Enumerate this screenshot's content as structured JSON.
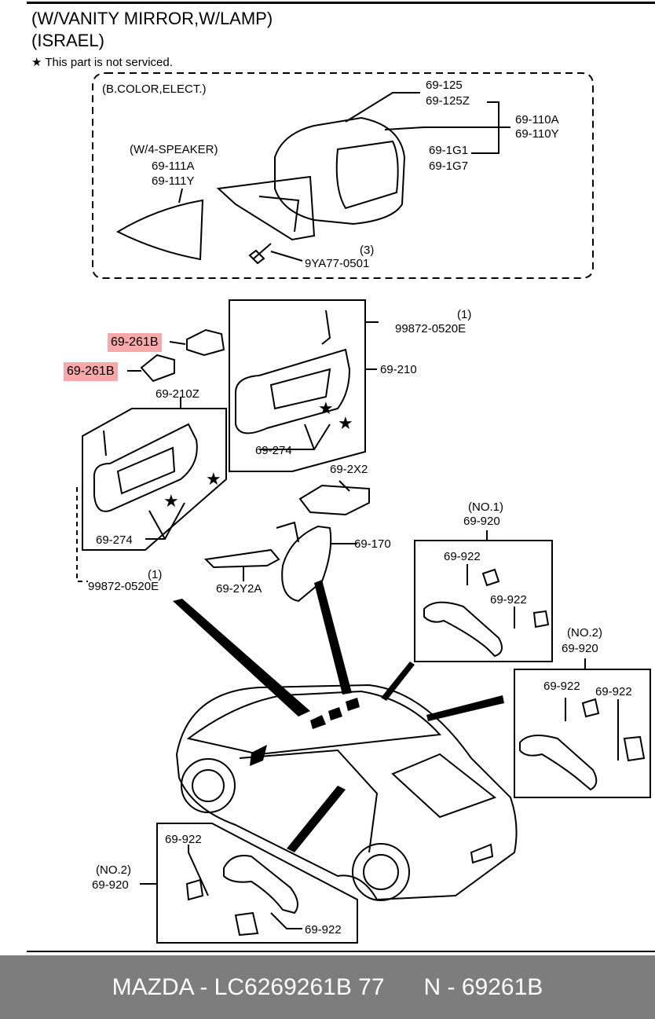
{
  "header": {
    "line1": "(W/VANITY MIRROR,W/LAMP)",
    "line2": "(ISRAEL)",
    "note": "★ This part is not serviced."
  },
  "mirror_group": {
    "title": "(B.COLOR,ELECT.)",
    "speaker_note": "(W/4-SPEAKER)",
    "labels": [
      "69-125",
      "69-125Z",
      "69-110A",
      "69-110Y",
      "69-1G1",
      "69-1G7",
      "69-111A",
      "69-111Y",
      "(3)",
      "9YA77-0501"
    ]
  },
  "visor_group": {
    "labels": [
      "(1)",
      "99872-0520E",
      "69-210",
      "69-274",
      "69-210Z",
      "69-274",
      "(1)",
      "99872-0520E"
    ],
    "highlighted_parts": [
      "69-261B",
      "69-261B"
    ]
  },
  "center_group": {
    "labels": [
      "69-2X2",
      "69-170",
      "69-2Y2A"
    ]
  },
  "grip_no1": {
    "labels": [
      "(NO.1)",
      "69-920",
      "69-922",
      "69-922"
    ]
  },
  "grip_no2_right": {
    "labels": [
      "(NO.2)",
      "69-920",
      "69-922",
      "69-922"
    ]
  },
  "grip_no2_left": {
    "labels": [
      "(NO.2)",
      "69-920",
      "69-922",
      "69-922"
    ]
  },
  "footer": {
    "text": "MAZDA - LC6269261B 77      N - 69261B"
  },
  "colors": {
    "highlight": "#f7a8a8",
    "footer_bg": "#7d7d7d",
    "footer_text": "#ffffff"
  }
}
